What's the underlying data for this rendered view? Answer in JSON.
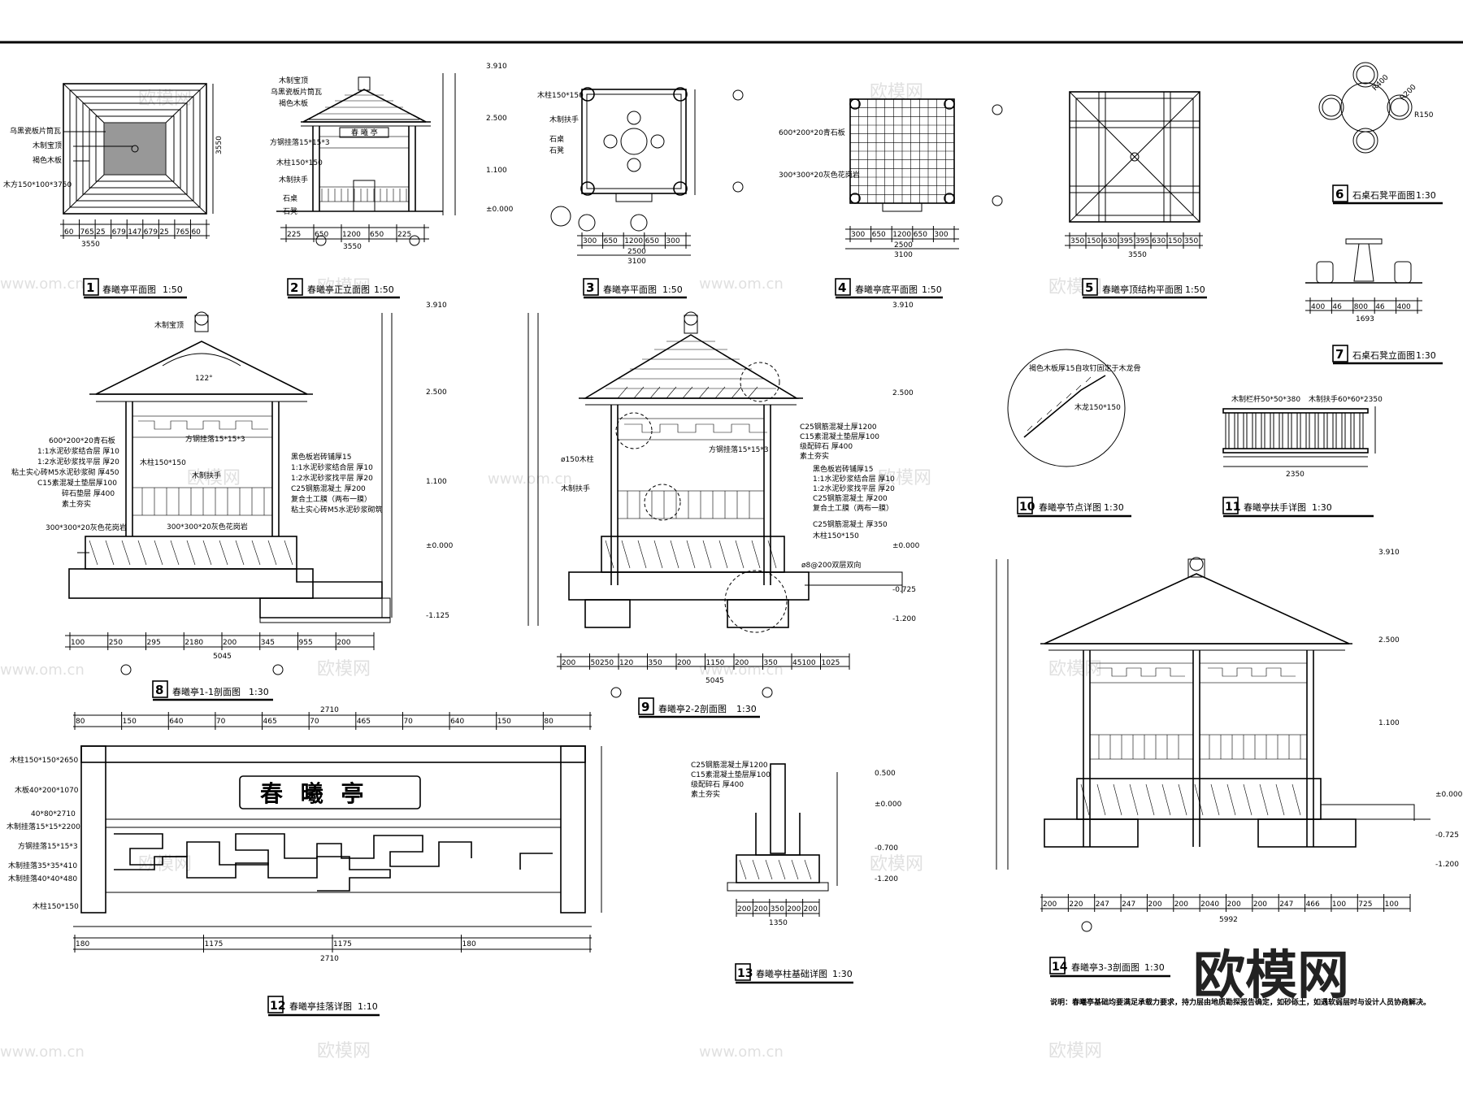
{
  "drawings": [
    {
      "no": "1",
      "title": "春曦亭平面图",
      "scale": "1:50"
    },
    {
      "no": "2",
      "title": "春曦亭正立面图",
      "scale": "1:50"
    },
    {
      "no": "3",
      "title": "春曦亭平面图",
      "scale": "1:50"
    },
    {
      "no": "4",
      "title": "春曦亭底平面图",
      "scale": "1:50"
    },
    {
      "no": "5",
      "title": "春曦亭顶结构平面图",
      "scale": "1:50"
    },
    {
      "no": "6",
      "title": "石桌石凳平面图",
      "scale": "1:30"
    },
    {
      "no": "7",
      "title": "石桌石凳立面图",
      "scale": "1:30"
    },
    {
      "no": "8",
      "title": "春曦亭1-1剖面图",
      "scale": "1:30"
    },
    {
      "no": "9",
      "title": "春曦亭2-2剖面图",
      "scale": "1:30"
    },
    {
      "no": "10",
      "title": "春曦亭节点详图",
      "scale": "1:30"
    },
    {
      "no": "11",
      "title": "春曦亭扶手详图",
      "scale": "1:30"
    },
    {
      "no": "12",
      "title": "春曦亭挂落详图",
      "scale": "1:10"
    },
    {
      "no": "13",
      "title": "春曦亭柱基础详图",
      "scale": "1:30"
    },
    {
      "no": "14",
      "title": "春曦亭3-3剖面图",
      "scale": "1:30"
    }
  ],
  "plaque_text": "春 曦 亭",
  "elevations": [
    "3.910",
    "2.500",
    "1.100",
    "±0.000",
    "-0.725",
    "-1.200",
    "-1.125",
    "0.500",
    "-0.700"
  ],
  "plan_labels": {
    "roof1": "乌黑瓷板片筒瓦",
    "roof2": "木制宝顶",
    "roof3": "褐色木板",
    "purlin": "木方150*100*3750"
  },
  "elev2_labels": [
    "木制宝顶",
    "乌黑瓷板片筒瓦",
    "褐色木板",
    "方钢挂落15*15*3",
    "木柱150*150",
    "木制扶手",
    "石桌",
    "石凳"
  ],
  "plan3_labels": [
    "木柱150*150",
    "木制扶手",
    "石桌",
    "石凳"
  ],
  "plan4_labels": [
    "600*200*20青石板",
    "300*300*20灰色花岗岩"
  ],
  "sec8_labels": [
    "木制宝顶",
    "600*200*20青石板",
    "1:1水泥砂浆结合层 厚10",
    "1:2水泥砂浆找平层 厚20",
    "粘土实心砖M5水泥砂浆砌 厚450",
    "C15素混凝土垫层厚100",
    "碎石垫层 厚400",
    "素土夯实",
    "300*300*20灰色花岗岩",
    "木柱150*150",
    "木制扶手",
    "方钢挂落15*15*3",
    "300*300*20灰色花岗岩"
  ],
  "sec8_mid": [
    "黑色板岩砖铺厚15",
    "1:1水泥砂浆结合层 厚10",
    "1:2水泥砂浆找平层 厚20",
    "C25钢筋混凝土 厚200",
    "复合土工膜（两布一膜）",
    "粘土实心砖M5水泥砂浆砌筑"
  ],
  "sec9_labels": [
    "C25钢筋混凝土厚1200",
    "C15素混凝土垫层厚100",
    "级配碎石 厚400",
    "素土夯实",
    "方钢挂落15*15*3",
    "黑色板岩砖铺厚15",
    "1:1水泥砂浆结合层 厚10",
    "1:2水泥砂浆找平层 厚20",
    "C25钢筋混凝土 厚200",
    "复合土工膜（两布一膜）",
    "C25钢筋混凝土 厚350",
    "木柱150*150",
    "ø150木柱",
    "木制扶手",
    "ø8@200双层双向"
  ],
  "node10_labels": [
    "褐色木板厚15自攻钉固定于木龙骨",
    "木龙150*150"
  ],
  "rail11_labels": [
    "木制栏杆50*50*380",
    "木制扶手60*60*2350"
  ],
  "hanging12_labels": [
    "木柱150*150*2650",
    "木板40*200*1070",
    "40*80*2710",
    "木制挂落15*15*2200",
    "方钢挂落15*15*3",
    "木制挂落35*35*410",
    "木制挂落40*40*480",
    "木柱150*150"
  ],
  "found13_labels": [
    "C25钢筋混凝土厚1200",
    "C15素混凝土垫层厚100",
    "级配碎石 厚400",
    "素土夯实"
  ],
  "note": "说明：春曦亭基础均要满足承载力要求，持力层由地质勘探报告确定，如砂砾土，如遇软弱层时与设计人员协商解决。",
  "brand": "欧模网",
  "watermark": "欧模网",
  "watermark_url": "www.om.cn",
  "dims": {
    "d1_bottom": [
      "60",
      "765",
      "25",
      "679",
      "147",
      "679",
      "25",
      "765",
      "60"
    ],
    "d1_total": "3550",
    "d2_bottom": [
      "225",
      "650",
      "1200",
      "650",
      "225"
    ],
    "d2_total": "3550",
    "d3_bottom": [
      "300",
      "650",
      "1200",
      "650",
      "300"
    ],
    "d3_mid": "2500",
    "d3_total": "3100",
    "d4_bottom": [
      "300",
      "650",
      "1200",
      "650",
      "300"
    ],
    "d4_mid": "2500",
    "d4_total": "3100",
    "d5_bottom": [
      "350",
      "150",
      "630",
      "395",
      "395",
      "630",
      "150",
      "350"
    ],
    "d5_total": "3550",
    "d7_bottom": [
      "400",
      "46",
      "800",
      "46",
      "400"
    ],
    "d7_total": "1693",
    "d8_bottom": [
      "100",
      "250",
      "295",
      "2180",
      "200",
      "345",
      "955",
      "200"
    ],
    "d8_total": "5045",
    "d9_bottom": [
      "200",
      "50250",
      "120",
      "350",
      "200",
      "1150",
      "200",
      "350",
      "45100",
      "1025"
    ],
    "d9_total": "5045",
    "d11_total": "2350",
    "d12_top": [
      "80",
      "150",
      "640",
      "70",
      "465",
      "70",
      "465",
      "70",
      "640",
      "150",
      "80"
    ],
    "d12_total": "2710",
    "d12_bottom": [
      "180",
      "1175",
      "1175",
      "180"
    ],
    "d13_bottom": [
      "200",
      "200",
      "350",
      "200",
      "200"
    ],
    "d13_total": "1350",
    "d14_bottom": [
      "200",
      "220",
      "247",
      "247",
      "200",
      "200",
      "2040",
      "200",
      "200",
      "247",
      "466",
      "100",
      "725",
      "100"
    ],
    "d14_total": "5992",
    "r400": "R400",
    "r200": "R200",
    "r150": "R150"
  }
}
